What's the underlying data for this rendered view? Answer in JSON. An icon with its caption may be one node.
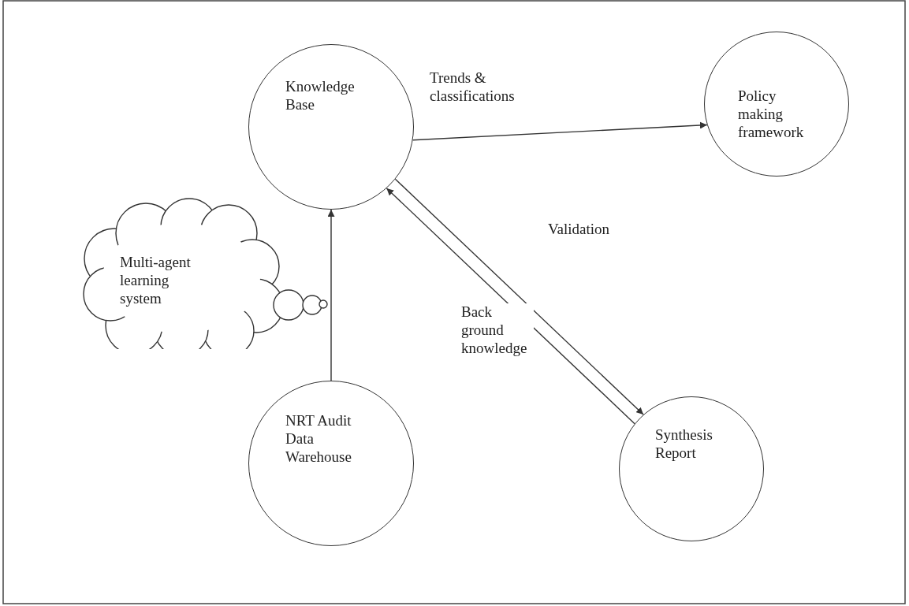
{
  "diagram": {
    "nodes": [
      {
        "text": [
          "Knowledge Base"
        ]
      },
      {
        "text": [
          "Policy making framework"
        ]
      },
      {
        "text": [
          "Multi-agent learning system"
        ]
      },
      {
        "text": [
          "NRT Audit Data Warehouse"
        ]
      },
      {
        "text": [
          "Synthesis Report"
        ]
      }
    ],
    "edges": [
      {
        "from": 0,
        "to": 1,
        "arrow": "to",
        "label": "Trends & classifications"
      },
      {
        "from": 0,
        "to": 4,
        "arrow": "to",
        "label": "Validation"
      },
      {
        "from": 4,
        "to": 0,
        "arrow": "to",
        "label": "Back ground knowledge"
      },
      {
        "from": 3,
        "to": 0,
        "arrow": "to"
      }
    ]
  }
}
